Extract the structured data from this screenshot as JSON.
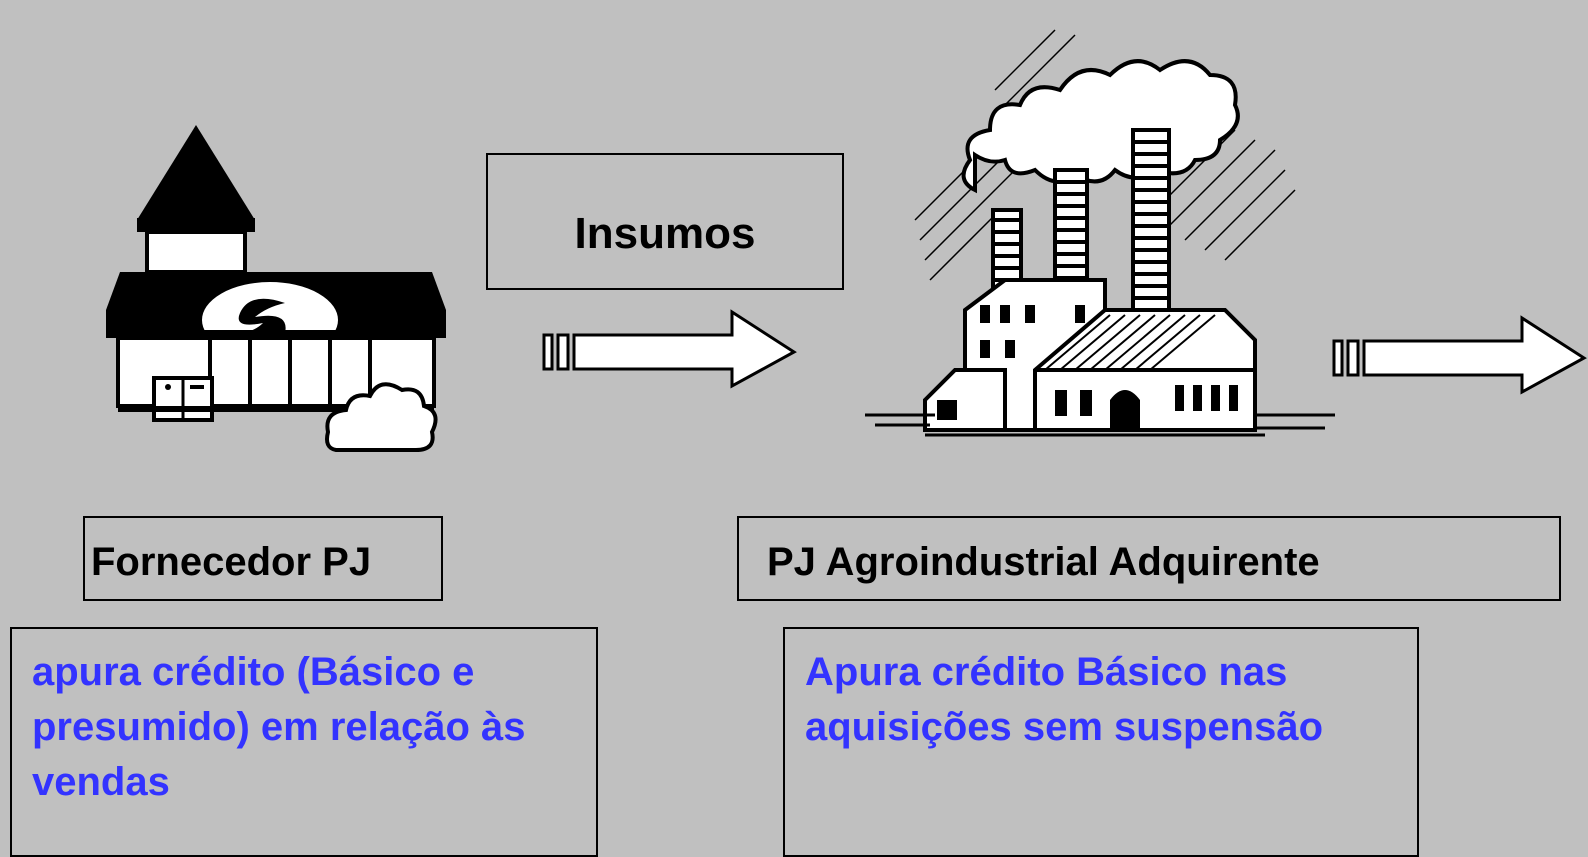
{
  "flow": {
    "insumos_label": "Insumos"
  },
  "supplier": {
    "label": "Fornecedor PJ",
    "description": "apura crédito (Básico e presumido) em relação às vendas"
  },
  "buyer": {
    "label": "PJ Agroindustrial Adquirente",
    "description": "Apura crédito Básico nas aquisições sem suspensão"
  },
  "colors": {
    "background": "#c0c0c0",
    "description_text": "#3333ff"
  }
}
